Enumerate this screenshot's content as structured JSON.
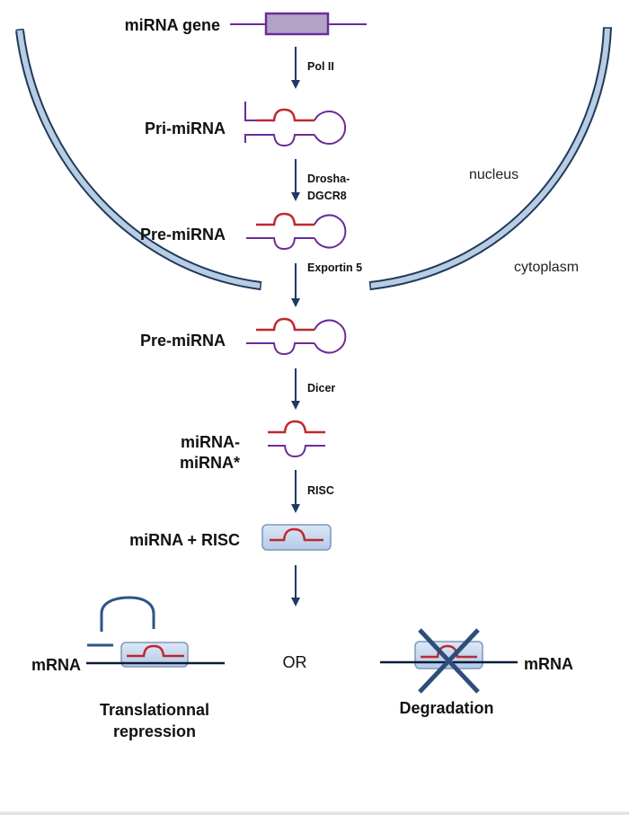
{
  "figure": {
    "title": "miRNA biogenesis pathway",
    "colors": {
      "membrane_fill": "#b8cce4",
      "membrane_stroke": "#1f3a5a",
      "arrow": "#1f3864",
      "guide_strand": "#c0282d",
      "passenger_strand": "#6a2c9a",
      "gene_box_fill": "#b3a2c7",
      "risc_fill": "#c6d9f1",
      "mrna_line": "#0d1b3a",
      "cross": "#2e4d7b"
    },
    "compartments": {
      "nucleus": "nucleus",
      "cytoplasm": "cytoplasm"
    },
    "stages": [
      {
        "id": "gene",
        "label": "miRNA gene"
      },
      {
        "id": "pri",
        "label": "Pri-miRNA"
      },
      {
        "id": "pre_nuc",
        "label": "Pre-miRNA"
      },
      {
        "id": "pre_cyto",
        "label": "Pre-miRNA"
      },
      {
        "id": "duplex",
        "label_line1": "miRNA-",
        "label_line2": "miRNA*"
      },
      {
        "id": "risc",
        "label": "miRNA + RISC"
      }
    ],
    "steps": [
      {
        "label": "Pol II"
      },
      {
        "label_line1": "Drosha-",
        "label_line2": "DGCR8"
      },
      {
        "label": "Exportin 5"
      },
      {
        "label": "Dicer"
      },
      {
        "label": "RISC"
      },
      {
        "label": ""
      }
    ],
    "outcomes": {
      "or_label": "OR",
      "left": {
        "mrna_label": "mRNA",
        "line1": "Translationnal",
        "line2": "repression"
      },
      "right": {
        "mrna_label": "mRNA",
        "label": "Degradation"
      }
    }
  }
}
